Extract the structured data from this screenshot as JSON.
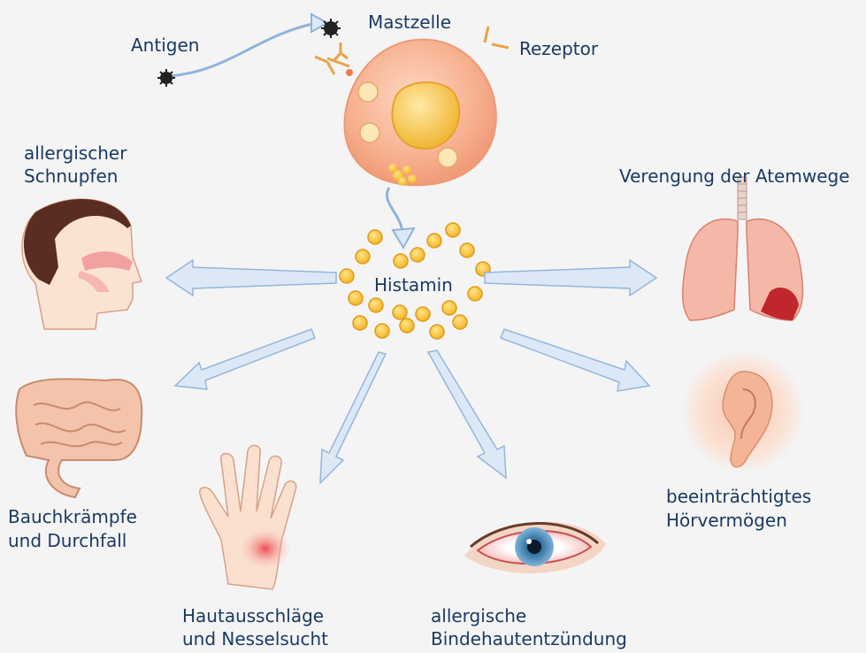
{
  "labels": {
    "antigen": "Antigen",
    "mastzelle": "Mastzelle",
    "rezeptor": "Rezeptor",
    "histamin": "Histamin",
    "schnupfen_1": "allergischer",
    "schnupfen_2": "Schnupfen",
    "atemwege": "Verengung der Atemwege",
    "bauch_1": "Bauchkrämpfe",
    "bauch_2": "und Durchfall",
    "hoer_1": "beeinträchtigtes",
    "hoer_2": "Hörvermögen",
    "haut_1": "Hautausschläge",
    "haut_2": "und Nesselsucht",
    "binde_1": "allergische",
    "binde_2": "Bindehautentzündung"
  },
  "colors": {
    "text": "#1a3a63",
    "arrow_fill": "#dbe8f6",
    "arrow_stroke": "#8fb3dc",
    "cell": "#f7b08f",
    "nucleus": "#f2c04a",
    "granule": "#f7c43c"
  },
  "icons": [
    "antigen-icon",
    "mast-cell-icon",
    "receptor-icon",
    "histamine-granules",
    "head-nose-icon",
    "lungs-icon",
    "intestine-icon",
    "ear-icon",
    "hand-rash-icon",
    "red-eye-icon"
  ]
}
